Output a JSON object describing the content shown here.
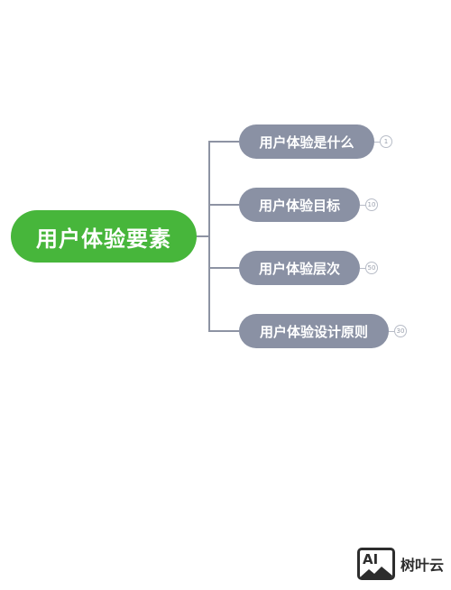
{
  "mindmap": {
    "root": {
      "label": "用户体验要素",
      "color": "#47b63b"
    },
    "children": [
      {
        "label": "用户体验是什么",
        "count": "1"
      },
      {
        "label": "用户体验目标",
        "count": "10"
      },
      {
        "label": "用户体验层次",
        "count": "50"
      },
      {
        "label": "用户体验设计原则",
        "count": "30"
      }
    ],
    "child_color": "#8a91a4",
    "line_color": "#8d93a3"
  },
  "watermark": {
    "logo_text": "AI",
    "brand": "树叶云"
  }
}
